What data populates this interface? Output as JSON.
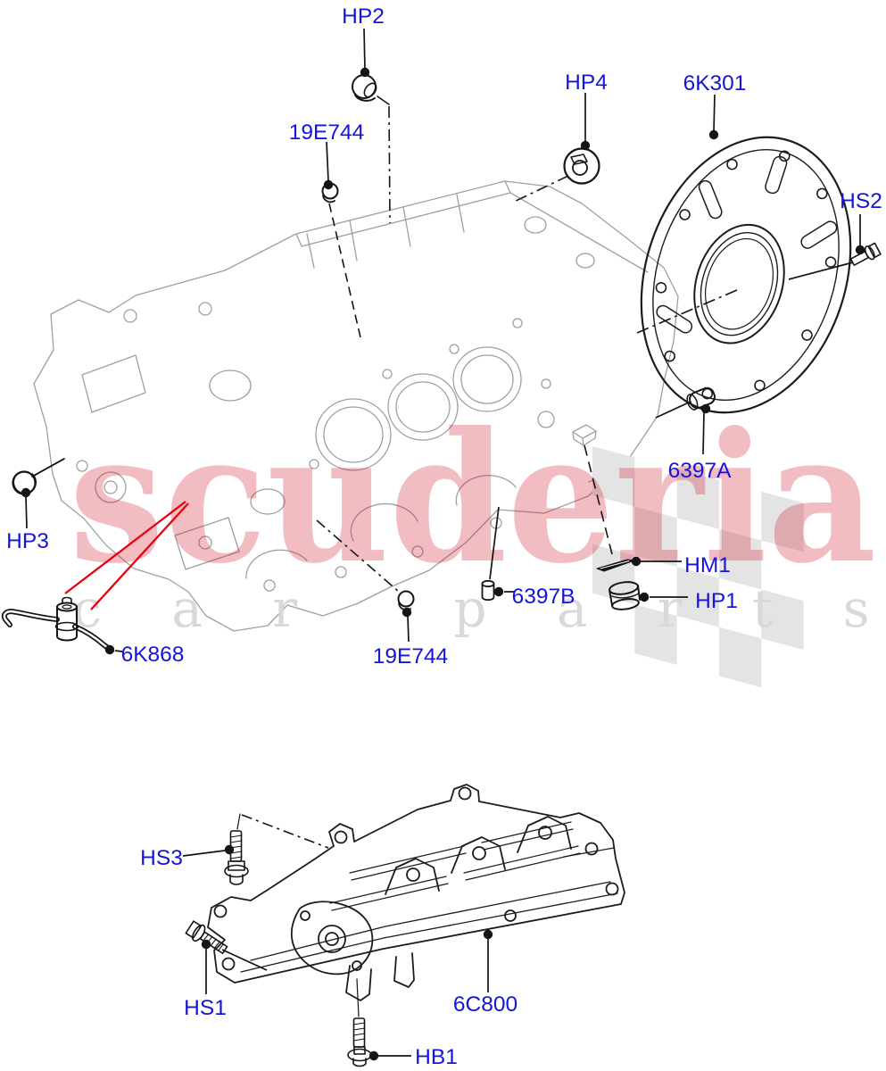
{
  "watermark": {
    "brand": "scuderia",
    "subtitle": "car parts",
    "brand_color": "rgba(209,33,52,0.30)",
    "subtitle_color": "#d9d9d9"
  },
  "colors": {
    "label_blue": "#1414dd",
    "leader_black": "#151515",
    "engine_gray": "#9aa0a3",
    "red_line": "#e8000b",
    "checker_gray": "#e4e4e4"
  },
  "labels": {
    "hp2": "HP2",
    "e19744_top": "19E744",
    "hp4": "HP4",
    "k6301": "6K301",
    "hs2": "HS2",
    "hp3": "HP3",
    "a6397": "6397A",
    "hm1": "HM1",
    "hp1": "HP1",
    "b6397": "6397B",
    "k6868": "6K868",
    "e19744_bottom": "19E744",
    "hs3": "HS3",
    "hs1": "HS1",
    "c6800": "6C800",
    "hb1": "HB1"
  }
}
